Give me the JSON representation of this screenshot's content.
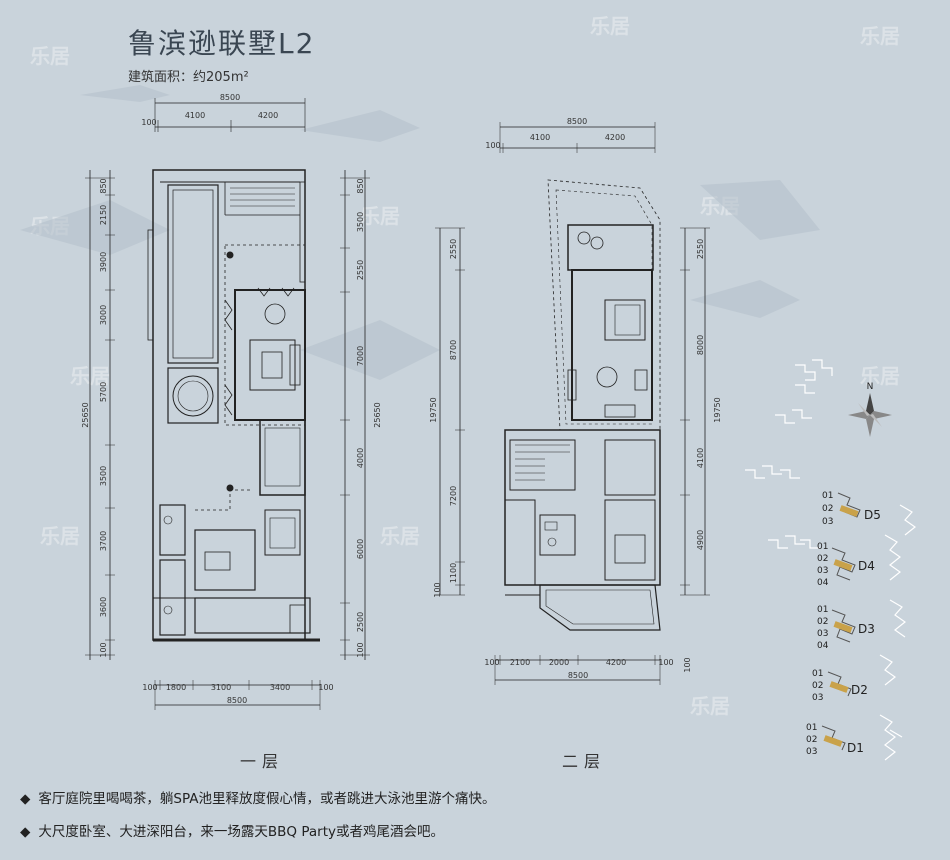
{
  "header": {
    "title": "鲁滨逊联墅L2",
    "area": "建筑面积：约205m²"
  },
  "floors": {
    "first": "一层",
    "second": "二层"
  },
  "first_floor_dims": {
    "top_total": "8500",
    "top_segments": [
      "100",
      "4100",
      "4200"
    ],
    "bottom_segments": [
      "100",
      "1800",
      "3100",
      "3400",
      "100"
    ],
    "bottom_total": "8500",
    "left_segments": [
      "850",
      "2150",
      "3900",
      "3000",
      "5700",
      "3500",
      "3700",
      "3600",
      "100"
    ],
    "left_total": "25650",
    "right_segments": [
      "850",
      "3500",
      "2550",
      "7000",
      "4000",
      "6000",
      "2500",
      "100"
    ],
    "right_total": "25650"
  },
  "second_floor_dims": {
    "top_total": "8500",
    "top_segments": [
      "100",
      "4100",
      "4200"
    ],
    "bottom_segments": [
      "100",
      "2100",
      "2000",
      "4200",
      "100"
    ],
    "bottom_total": "8500",
    "left_segments": [
      "2550",
      "8700",
      "7200",
      "1100",
      "100"
    ],
    "left_total": "19750",
    "right_segments": [
      "2550",
      "8000",
      "4100",
      "4900",
      "100"
    ],
    "right_total": "19750"
  },
  "site_plan": {
    "groups": [
      {
        "name": "D5",
        "units": [
          "01",
          "02",
          "03"
        ]
      },
      {
        "name": "D4",
        "units": [
          "01",
          "02",
          "03",
          "04"
        ]
      },
      {
        "name": "D3",
        "units": [
          "01",
          "02",
          "03",
          "04"
        ]
      },
      {
        "name": "D2",
        "units": [
          "01",
          "02",
          "03"
        ]
      },
      {
        "name": "D1",
        "units": [
          "01",
          "02",
          "03"
        ]
      }
    ],
    "compass_letter": "N"
  },
  "watermark": "乐居",
  "bullets": [
    "客厅庭院里喝喝茶，躺SPA池里释放度假心情，或者跳进大泳池里游个痛快。",
    "大尺度卧室、大进深阳台，来一场露天BBQ Party或者鸡尾酒会吧。"
  ],
  "colors": {
    "background": "#c9d3db",
    "highlight": "#c9a24a",
    "wall": "#222222"
  }
}
